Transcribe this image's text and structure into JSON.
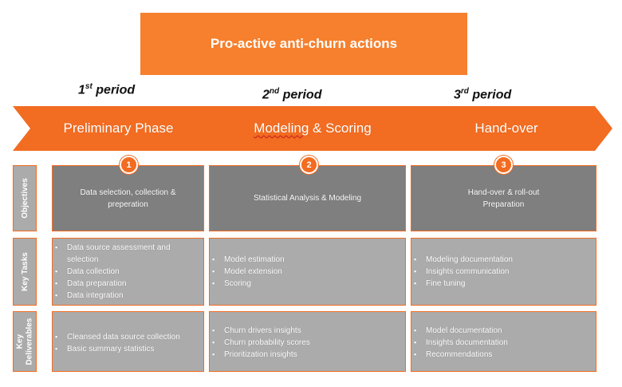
{
  "title": "Pro-active anti-churn actions",
  "periods": [
    {
      "num": "1",
      "suffix": "st",
      "word": "period"
    },
    {
      "num": "2",
      "suffix": "nd",
      "word": "period"
    },
    {
      "num": "3",
      "suffix": "rd",
      "word": "period"
    }
  ],
  "phases": [
    {
      "label": "Preliminary Phase",
      "step": "1"
    },
    {
      "label_part1": "Modeling",
      "label_amp": " & ",
      "label_part2": "Scoring",
      "step": "2"
    },
    {
      "label": "Hand-over",
      "step": "3"
    }
  ],
  "row_labels": {
    "objectives": "Objectives",
    "key_tasks": "Key Tasks",
    "key_deliverables_line1": "Key",
    "key_deliverables_line2": "Deliverables"
  },
  "objectives": [
    {
      "line1": "Data selection, collection &",
      "line2": "preperation"
    },
    {
      "line1": "Statistical Analysis & Modeling",
      "line2": ""
    },
    {
      "line1": "Hand-over & roll-out",
      "line2": "Preparation"
    }
  ],
  "key_tasks": [
    [
      "Data source assessment and selection",
      "Data collection",
      "Data preparation",
      "Data integration"
    ],
    [
      "Model estimation",
      "Model extension",
      "Scoring"
    ],
    [
      "Modeling documentation",
      "Insights communication",
      "Fine tuning"
    ]
  ],
  "key_deliverables": [
    [
      "Cleansed data source collection",
      "Basic summary statistics"
    ],
    [
      "Churn drivers insights",
      "Churn probability scores",
      "Prioritization insights"
    ],
    [
      "Model documentation",
      "Insights documentation",
      "Recommendations"
    ]
  ],
  "colors": {
    "orange": "#f26c21",
    "title_orange": "#f6802d",
    "dark_grey": "#7f7f7f",
    "light_grey": "#ababab"
  }
}
